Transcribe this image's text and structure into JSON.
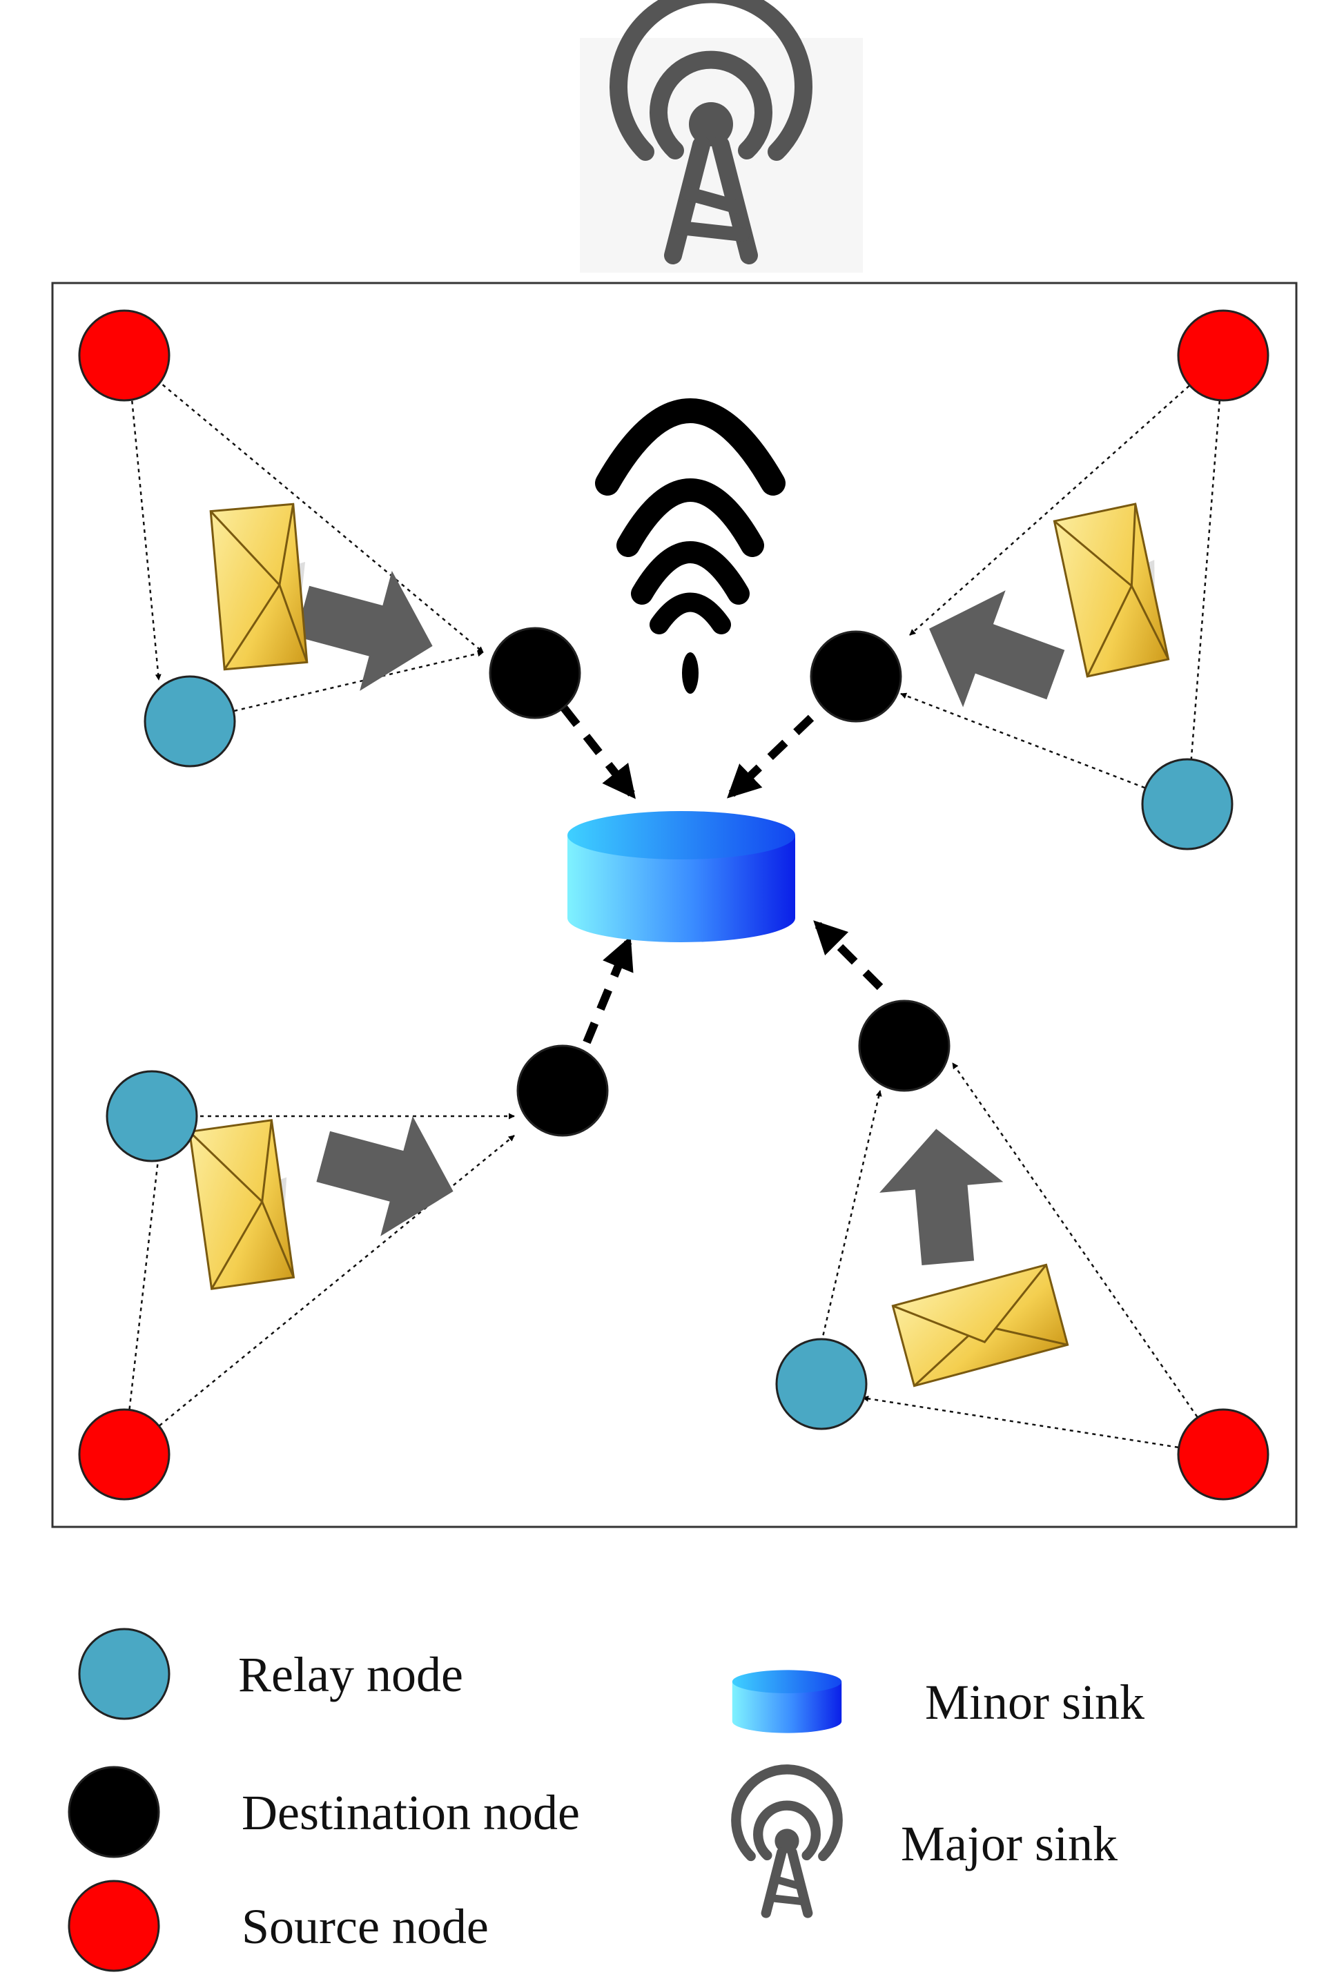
{
  "colors": {
    "source": "#ff0000",
    "relay": "#4aa8c4",
    "destination": "#000000",
    "sink_light": "#7ff2ff",
    "sink_dark": "#0a1fe8",
    "tower": "#555555",
    "envelope_light": "#fbe27a",
    "envelope_dark": "#d9a822",
    "flow_arrow": "#5e5e5e"
  },
  "legend": {
    "relay": "Relay node",
    "destination": "Destination node",
    "source": "Source node",
    "minor_sink": "Minor sink",
    "major_sink": "Major sink"
  },
  "icons": {
    "major_sink": "radio-tower-icon",
    "minor_sink": "cylinder-sink-icon",
    "wireless": "wifi-signal-icon",
    "message": "envelope-icon",
    "flow": "thick-arrow-icon"
  }
}
